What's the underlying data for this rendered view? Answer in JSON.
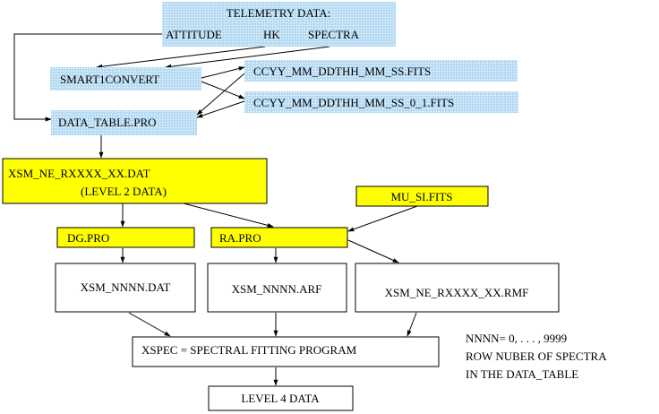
{
  "colors": {
    "dotted_fill": "#b8dcf4",
    "dotted_dot": "#ffffff",
    "yellow": "#ffff00",
    "border": "#000000",
    "line": "#000000"
  },
  "telemetry": {
    "title": "TELEMETRY DATA:",
    "attitude": "ATTITUDE",
    "hk": "HK",
    "spectra": "SPECTRA"
  },
  "smart1convert": "SMART1CONVERT",
  "fits_file_1": "CCYY_MM_DDTHH_MM_SS.FITS",
  "fits_file_2": "CCYY_MM_DDTHH_MM_SS_0_1.FITS",
  "data_table_pro": "DATA_TABLE.PRO",
  "level2": {
    "line1": "XSM_NE_RXXXX_XX.DAT",
    "line2": "(LEVEL 2 DATA)"
  },
  "mu_si": "MU_SI.FITS",
  "dg_pro": "DG.PRO",
  "ra_pro": "RA.PRO",
  "xsm_dat": "XSM_NNNN.DAT",
  "xsm_arf": "XSM_NNNN.ARF",
  "xsm_rmf": "XSM_NE_RXXXX_XX.RMF",
  "xspec": "XSPEC = SPECTRAL FITTING PROGRAM",
  "level4": "LEVEL 4 DATA",
  "note": {
    "line1": "NNNN= 0, . . . , 9999",
    "line2": "ROW NUBER OF SPECTRA",
    "line3": "IN THE DATA_TABLE"
  }
}
